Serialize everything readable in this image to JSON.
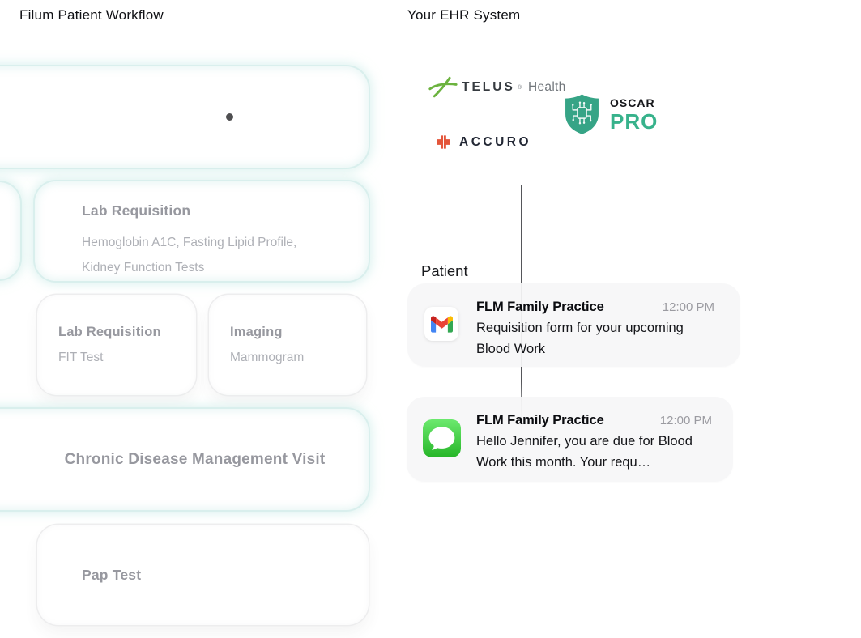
{
  "header": {
    "left_title": "Filum Patient Workflow",
    "right_title": "Your EHR System"
  },
  "workflow": {
    "lab_main": {
      "title": "Lab Requisition",
      "line1": "Hemoglobin A1C, Fasting Lipid Profile,",
      "line2": "Kidney Function Tests"
    },
    "lab_small": {
      "title": "Lab Requisition",
      "subtitle": "FIT Test"
    },
    "imaging": {
      "title": "Imaging",
      "subtitle": "Mammogram"
    },
    "chronic": {
      "title": "Chronic Disease Management Visit"
    },
    "pap": {
      "title": "Pap Test"
    }
  },
  "ehr": {
    "telus": {
      "brand": "TELUS",
      "mark": "®",
      "suffix": "Health"
    },
    "oscar": {
      "line1": "OSCAR",
      "line2": "PRO"
    },
    "accuro": {
      "brand": "ACCURO"
    }
  },
  "patient": {
    "label": "Patient",
    "notifications": [
      {
        "app": "gmail",
        "sender": "FLM Family Practice",
        "time": "12:00 PM",
        "line1": "Requisition form for your upcoming",
        "line2": "Blood Work"
      },
      {
        "app": "imessage",
        "sender": "FLM Family Practice",
        "time": "12:00 PM",
        "line1": "Hello Jennifer, you are due for Blood",
        "line2": "Work this month. Your requ…"
      }
    ]
  },
  "colors": {
    "teal_card_border": "#d9efed",
    "gray_card_border": "#ededee",
    "card_title_gray": "#97989f",
    "card_subtitle_gray": "#aeb0b6",
    "connector_gray": "#55565a",
    "telus_green": "#6cb33f",
    "oscar_green": "#37b28b",
    "accuro_orange": "#e4553a",
    "notification_bg": "#f6f6f8",
    "gmail_blue": "#4285f4",
    "gmail_red": "#ea4335",
    "gmail_yellow": "#fbbc04",
    "gmail_green": "#34a853",
    "imessage_green": "#2fbb2f"
  }
}
